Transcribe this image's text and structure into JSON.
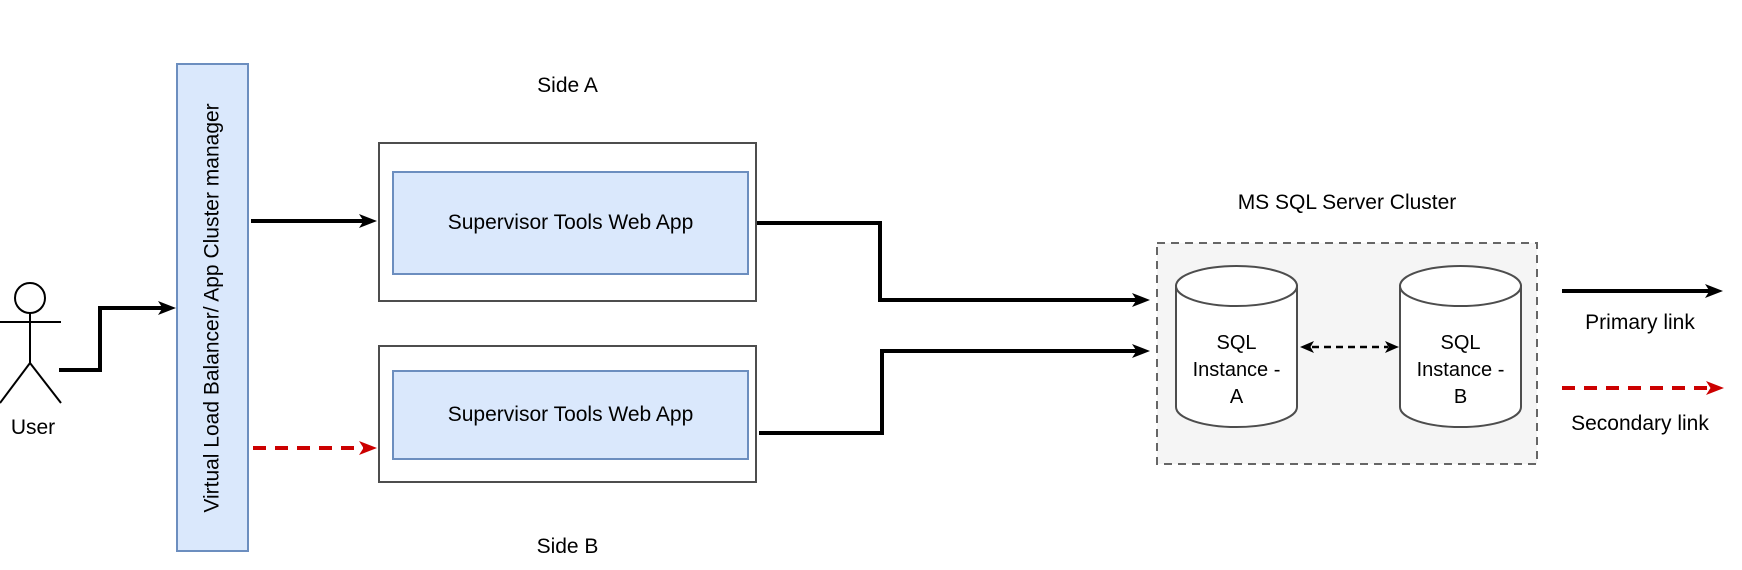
{
  "user": {
    "label": "User"
  },
  "load_balancer": {
    "label": "Virtual Load Balancer/ App Cluster manager"
  },
  "side_a": {
    "title": "Side A",
    "app": "Supervisor Tools Web App"
  },
  "side_b": {
    "title": "Side B",
    "app": "Supervisor Tools Web App"
  },
  "sql_cluster": {
    "title": "MS SQL Server Cluster",
    "instance_a": "SQL\nInstance -\nA",
    "instance_b": "SQL\nInstance -\nB",
    "replication_link_style": "dashed"
  },
  "legend": {
    "primary_label": "Primary link",
    "primary_style": "solid",
    "secondary_label": "Secondary link",
    "secondary_style": "dashed"
  },
  "colors": {
    "shape_blue_fill": "#dae8fc",
    "shape_blue_border": "#6c8ebf",
    "container_border": "#4d4d4d",
    "cluster_fill": "#f5f5f5",
    "cluster_border": "#666666",
    "cylinder_fill": "#ffffff",
    "cylinder_border": "#4d4d4d",
    "primary_link": "#000000",
    "secondary_link": "#cc0000",
    "text": "#000000"
  }
}
